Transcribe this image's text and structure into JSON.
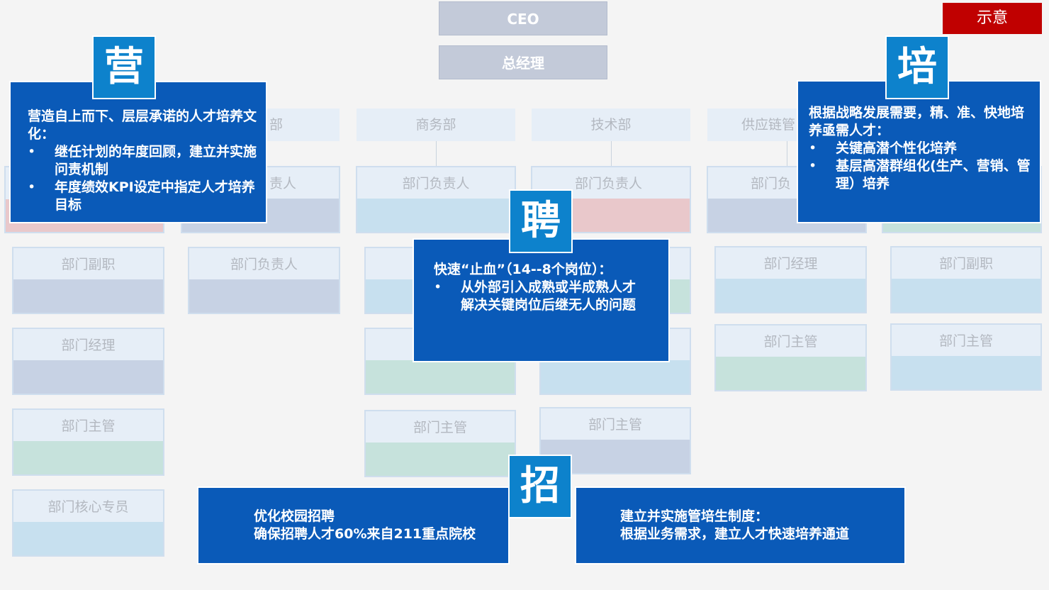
{
  "ceo": "CEO",
  "gm": "总经理",
  "badge": "示意",
  "depts": [
    "部",
    "商务部",
    "技术部",
    "供应链管"
  ],
  "boxes": {
    "c1": [
      "部门副职",
      "部门经理",
      "部门主管",
      "部门核心专员"
    ],
    "c2a": "责人",
    "c2b": "部门负责人",
    "c3": [
      "部门负责人",
      "部门主管"
    ],
    "c4": [
      "部门负责人",
      "部门主管"
    ],
    "c5": [
      "部门负",
      "部门经理",
      "部门主管"
    ],
    "c6": [
      "部门副职",
      "部门主管"
    ]
  },
  "panels": {
    "ying": {
      "char": "营",
      "intro": "营造自上而下、层层承诺的人才培养文化：",
      "bullets": [
        "继任计划的年度回顾，建立并实施问责机制",
        "年度绩效KPI设定中指定人才培养目标"
      ]
    },
    "pei": {
      "char": "培",
      "intro": "根据战略发展需要，精、准、快地培养亟需人才：",
      "bullets": [
        "关键高潜个性化培养",
        "基层高潜群组化(生产、营销、管理）培养"
      ]
    },
    "pin": {
      "char": "聘",
      "intro": "快速“止血”（14--8个岗位）：",
      "bullets": [
        "从外部引入成熟或半成熟人才解决关键岗位后继无人的问题"
      ]
    },
    "zhao": {
      "char": "招",
      "left_line1": "优化校园招聘",
      "left_line2": "确保招聘人才60%来自211重点院校",
      "right_line1": "建立并实施管培生制度：",
      "right_line2": "根据业务需求，建立人才快速培养通道"
    }
  },
  "colors": {
    "panel_blue": "#0a5ab8",
    "char_blue": "#0d82cc",
    "badge_red": "#c00000"
  }
}
